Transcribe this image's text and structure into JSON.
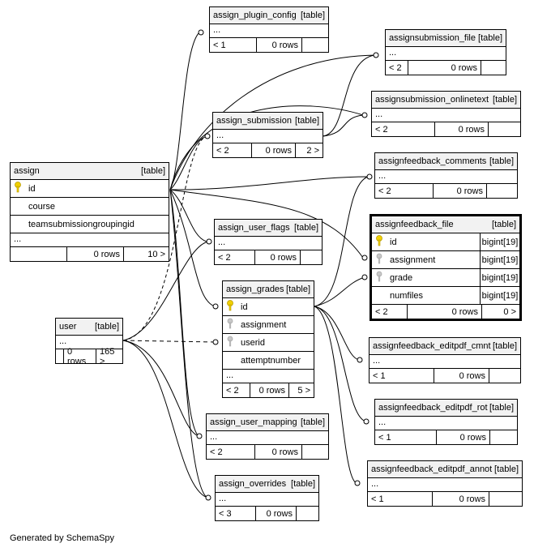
{
  "table_tag": "[table]",
  "tables": {
    "assign_plugin_config": {
      "name": "assign_plugin_config",
      "more": "...",
      "parents": "< 1",
      "rows": "0 rows",
      "children": ""
    },
    "assignsubmission_file": {
      "name": "assignsubmission_file",
      "more": "...",
      "parents": "< 2",
      "rows": "0 rows",
      "children": ""
    },
    "assignsubmission_onlinetext": {
      "name": "assignsubmission_onlinetext",
      "more": "...",
      "parents": "< 2",
      "rows": "0 rows",
      "children": ""
    },
    "assign_submission": {
      "name": "assign_submission",
      "more": "...",
      "parents": "< 2",
      "rows": "0 rows",
      "children": "2 >"
    },
    "assign": {
      "name": "assign",
      "columns": [
        "id",
        "course",
        "teamsubmissiongroupingid"
      ],
      "more": "...",
      "parents": "",
      "rows": "0 rows",
      "children": "10 >"
    },
    "assignfeedback_comments": {
      "name": "assignfeedback_comments",
      "more": "...",
      "parents": "< 2",
      "rows": "0 rows",
      "children": ""
    },
    "assign_user_flags": {
      "name": "assign_user_flags",
      "more": "...",
      "parents": "< 2",
      "rows": "0 rows",
      "children": ""
    },
    "assignfeedback_file": {
      "name": "assignfeedback_file",
      "columns": [
        {
          "name": "id",
          "type": "bigint[19]"
        },
        {
          "name": "assignment",
          "type": "bigint[19]"
        },
        {
          "name": "grade",
          "type": "bigint[19]"
        },
        {
          "name": "numfiles",
          "type": "bigint[19]"
        }
      ],
      "parents": "< 2",
      "rows": "0 rows",
      "children": "0 >"
    },
    "assign_grades": {
      "name": "assign_grades",
      "columns": [
        "id",
        "assignment",
        "userid",
        "attemptnumber"
      ],
      "more": "...",
      "parents": "< 2",
      "rows": "0 rows",
      "children": "5 >"
    },
    "user": {
      "name": "user",
      "more": "...",
      "parents": "",
      "rows": "0 rows",
      "children": "165 >"
    },
    "assignfeedback_editpdf_cmnt": {
      "name": "assignfeedback_editpdf_cmnt",
      "more": "...",
      "parents": "< 1",
      "rows": "0 rows",
      "children": ""
    },
    "assignfeedback_editpdf_rot": {
      "name": "assignfeedback_editpdf_rot",
      "more": "...",
      "parents": "< 1",
      "rows": "0 rows",
      "children": ""
    },
    "assign_user_mapping": {
      "name": "assign_user_mapping",
      "more": "...",
      "parents": "< 2",
      "rows": "0 rows",
      "children": ""
    },
    "assignfeedback_editpdf_annot": {
      "name": "assignfeedback_editpdf_annot",
      "more": "...",
      "parents": "< 1",
      "rows": "0 rows",
      "children": ""
    },
    "assign_overrides": {
      "name": "assign_overrides",
      "more": "...",
      "parents": "< 3",
      "rows": "0 rows",
      "children": ""
    }
  },
  "credit": "Generated by SchemaSpy",
  "colors": {
    "line": "#000000",
    "header": "#f2f2f2",
    "pk_key": "#f0d000",
    "fk_key": "#a8a8a8"
  }
}
